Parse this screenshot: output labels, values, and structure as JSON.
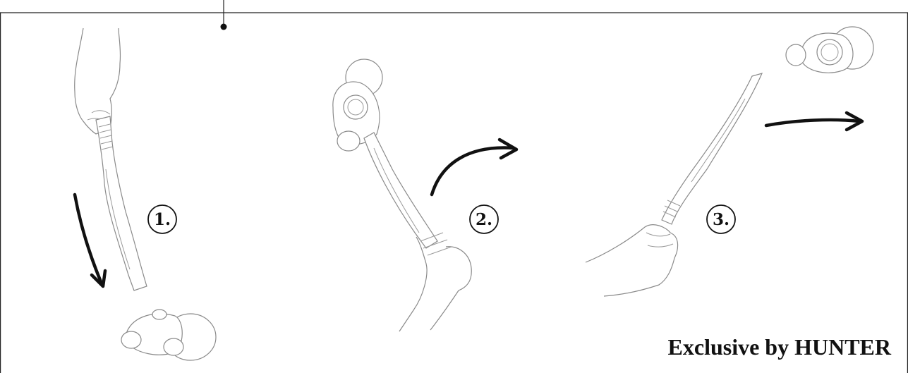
{
  "steps": [
    {
      "label": "1."
    },
    {
      "label": "2."
    },
    {
      "label": "3."
    }
  ],
  "footer": {
    "brand_text": "Exclusive by HUNTER"
  },
  "colors": {
    "ink": "#111111",
    "sketch": "#8a8a8a",
    "frame": "#222222"
  },
  "icons": [
    "hand-icon",
    "launcher-stick-icon",
    "ball-icon",
    "arrow-down-icon",
    "arrow-curve-icon",
    "arrow-right-icon"
  ]
}
